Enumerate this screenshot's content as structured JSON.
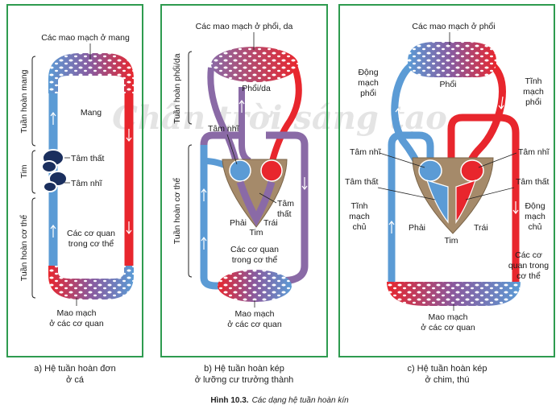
{
  "watermark": "Chân trời sáng tạo",
  "figure": {
    "number": "Hình 10.3.",
    "title": "Các dạng hệ tuần hoàn kín"
  },
  "panel_a": {
    "caption_line1": "a) Hệ tuần hoàn đơn",
    "caption_line2": "ở cá",
    "gill_capillaries": "Các mao mạch ở mang",
    "gill": "Mang",
    "gill_circulation": "Tuần hoàn mang",
    "heart": "Tim",
    "ventricle": "Tâm thất",
    "atrium": "Tâm nhĩ",
    "body_circulation": "Tuần hoàn cơ thể",
    "organs_line1": "Các cơ quan",
    "organs_line2": "trong cơ thể",
    "organ_capillaries_line1": "Mao mạch",
    "organ_capillaries_line2": "ở các cơ quan"
  },
  "panel_b": {
    "caption_line1": "b) Hệ tuần hoàn kép",
    "caption_line2": "ở lưỡng cư trưởng thành",
    "lung_skin_capillaries": "Các mao mạch ở phổi, da",
    "lung_skin": "Phổi/da",
    "lung_skin_circulation": "Tuần hoàn phổi/da",
    "atrium": "Tâm nhĩ",
    "ventricle_line1": "Tâm",
    "ventricle_line2": "thất",
    "right": "Phải",
    "left": "Trái",
    "heart": "Tim",
    "body_circulation": "Tuần hoàn cơ thể",
    "organs_line1": "Các cơ quan",
    "organs_line2": "trong cơ thể",
    "organ_capillaries_line1": "Mao mạch",
    "organ_capillaries_line2": "ở các cơ quan"
  },
  "panel_c": {
    "caption_line1": "c) Hệ tuần hoàn kép",
    "caption_line2": "ở chim, thú",
    "lung_capillaries": "Các mao mạch ở phổi",
    "lung": "Phổi",
    "pulmonary_artery_line1": "Động",
    "pulmonary_artery_line2": "mạch",
    "pulmonary_artery_line3": "phổi",
    "pulmonary_vein_line1": "Tĩnh",
    "pulmonary_vein_line2": "mạch",
    "pulmonary_vein_line3": "phổi",
    "atrium_left_side": "Tâm nhĩ",
    "atrium_right_side": "Tâm nhĩ",
    "ventricle_left_side": "Tâm thất",
    "ventricle_right_side": "Tâm thất",
    "vena_cava_line1": "Tĩnh",
    "vena_cava_line2": "mạch",
    "vena_cava_line3": "chủ",
    "aorta_line1": "Động",
    "aorta_line2": "mạch",
    "aorta_line3": "chủ",
    "right": "Phải",
    "left": "Trái",
    "heart": "Tim",
    "organs_line1": "Các cơ",
    "organs_line2": "quan trong",
    "organs_line3": "cơ thể",
    "organ_capillaries_line1": "Mao mạch",
    "organ_capillaries_line2": "ở các cơ quan"
  },
  "colors": {
    "frame": "#2e9b4f",
    "oxygen_rich": "#e8262d",
    "oxygen_poor": "#5b9bd5",
    "mixed": "#8a6aa6",
    "heart_wall": "#a58a6a"
  }
}
